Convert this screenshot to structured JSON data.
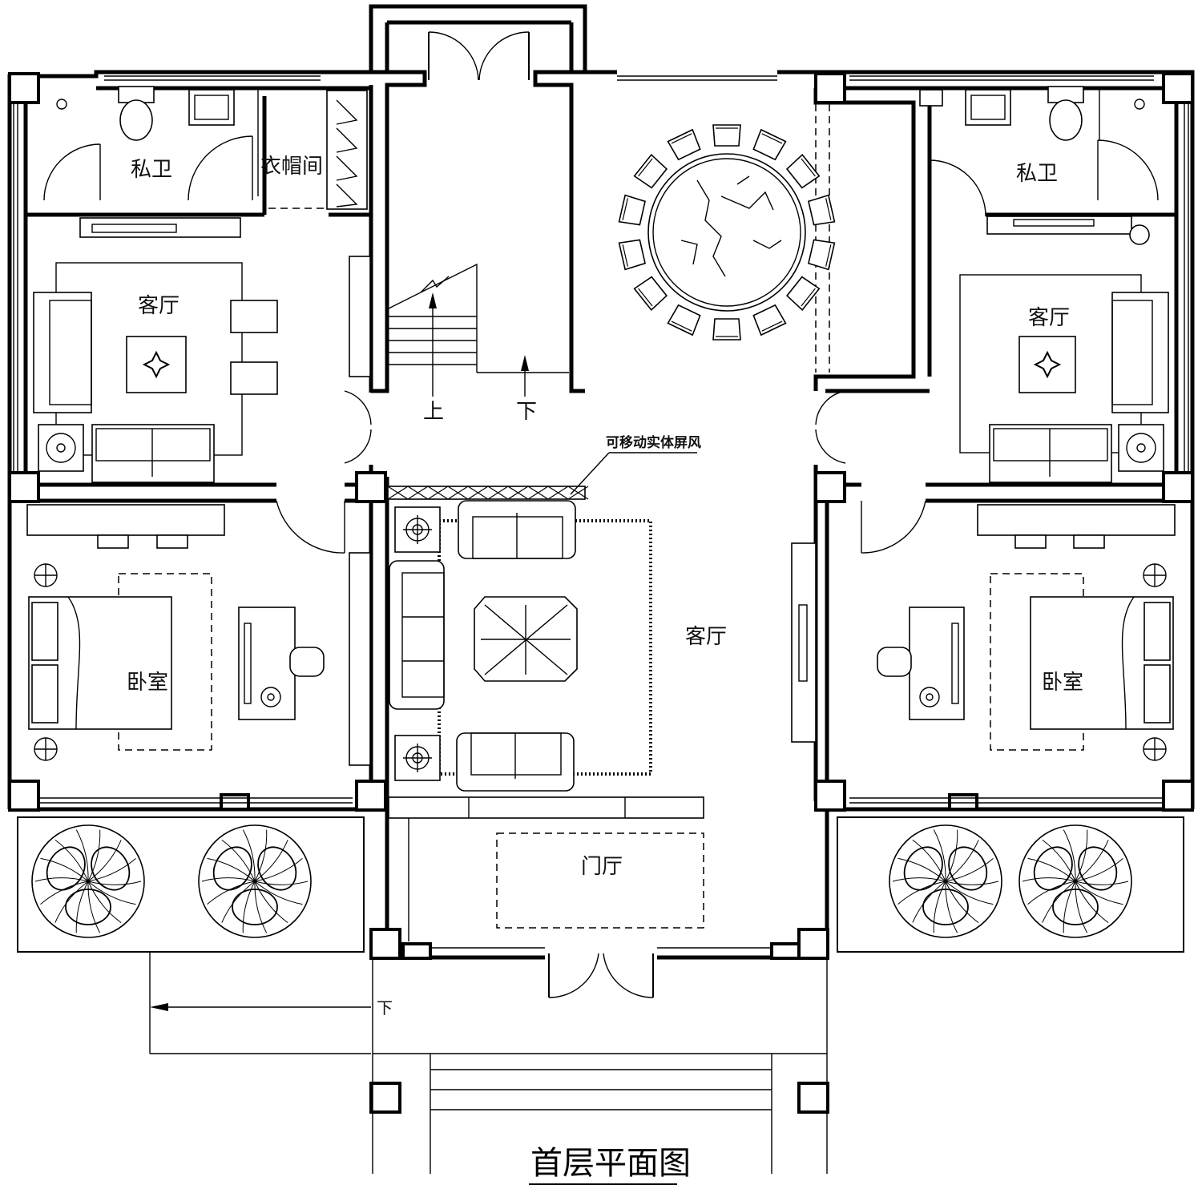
{
  "drawing": {
    "title": "首层平面图"
  },
  "rooms": {
    "bath_left": "私卫",
    "cloak_room": "衣帽间",
    "living_left": "客厅",
    "bed_left": "卧室",
    "living_center": "客厅",
    "living_right": "客厅",
    "bath_right": "私卫",
    "bed_right": "卧室",
    "foyer": "门厅"
  },
  "annotations": {
    "screen_note": "可移动实体屏风",
    "stair_up": "上",
    "stair_down": "下",
    "step_down": "下"
  }
}
